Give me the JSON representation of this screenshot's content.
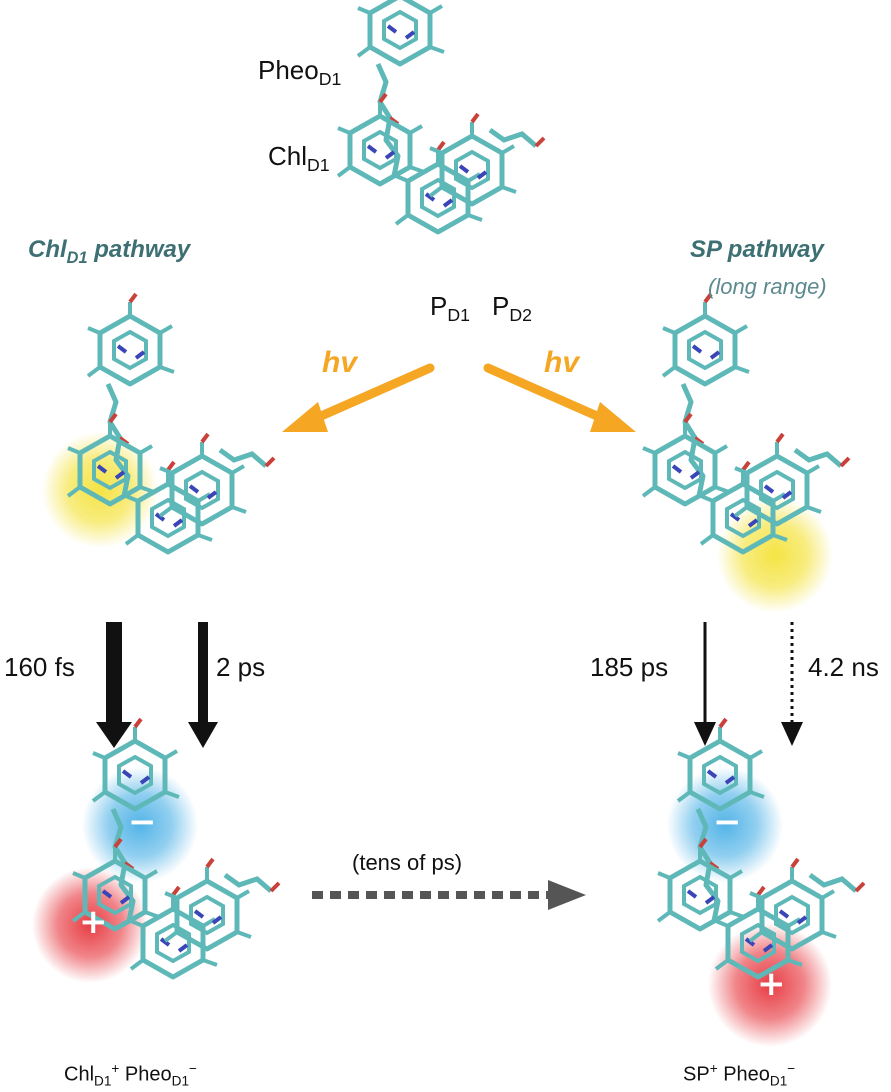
{
  "molecules": {
    "pheo_label": "Pheo",
    "pheo_sub": "D1",
    "chl_label": "Chl",
    "chl_sub": "D1",
    "pd1_label": "P",
    "pd1_sub": "D1",
    "pd2_label": "P",
    "pd2_sub": "D2"
  },
  "left_pathway": {
    "title_main": "Chl",
    "title_sub": "D1",
    "title_rest": " pathway",
    "excitation": "hv",
    "fast_time": "160 fs",
    "slow_time": "2 ps",
    "product_a": "Chl",
    "product_a_sub": "D1",
    "product_a_sup": "+",
    "product_b": " Pheo",
    "product_b_sub": "D1",
    "product_b_sup": "−"
  },
  "right_pathway": {
    "title": "SP pathway",
    "subtitle": "(long range)",
    "excitation": "hv",
    "fast_time": "185 ps",
    "slow_time": "4.2 ns",
    "product_a": "SP",
    "product_a_sup": "+",
    "product_b": " Pheo",
    "product_b_sub": "D1",
    "product_b_sup": "−"
  },
  "transfer": {
    "label": "(tens of ps)"
  },
  "charges": {
    "plus": "+",
    "minus": "−"
  },
  "colors": {
    "molecule": "#5fb8b8",
    "oxygen": "#c8413a",
    "nitrogen": "#3a45b8",
    "excitation_arrow": "#f5a623",
    "arrow": "#111111",
    "transfer_arrow": "#555555",
    "glow_yellow": "#f4e23a",
    "glow_blue": "#4ab0e6",
    "glow_red": "#e6333a",
    "pathway_title": "#3d6f73"
  }
}
